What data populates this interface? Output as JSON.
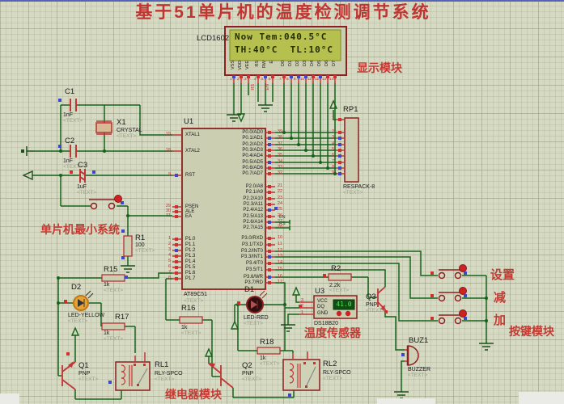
{
  "title": "基于51单片机的温度检测调节系统",
  "modules": {
    "display": "显示模块",
    "mcu_min": "单片机最小系统",
    "relay": "继电器模块",
    "sensor": "温度传感器",
    "keys": "按键模块"
  },
  "keys": {
    "set": "设置",
    "dec": "减",
    "inc": "加"
  },
  "nets": {
    "en": "EN",
    "rs": "RS",
    "lcd_rs": "RS",
    "lcd_en": "EN"
  },
  "lcd": {
    "ref": "LCD1602",
    "line1": "Now Tem:040.5°C",
    "line2": "TH:40°C  TL:10°C",
    "pins": [
      "VSS",
      "VDD",
      "VEE",
      "RS",
      "RW",
      "E",
      "D0",
      "D1",
      "D2",
      "D3",
      "D4",
      "D5",
      "D6",
      "D7"
    ],
    "nums": [
      "1",
      "2",
      "3",
      "4",
      "5",
      "6",
      "7",
      "8",
      "9",
      "10",
      "11",
      "12",
      "13",
      "14"
    ]
  },
  "u1": {
    "ref": "U1",
    "part": "AT89C51",
    "text": "<TEXT>",
    "left": [
      {
        "n": "19",
        "p": "XTAL1"
      },
      {
        "n": "18",
        "p": "XTAL2"
      },
      {
        "n": "9",
        "p": "RST"
      },
      {
        "n": "29",
        "p": "PSEN"
      },
      {
        "n": "30",
        "p": "ALE"
      },
      {
        "n": "31",
        "p": "EA"
      },
      {
        "n": "1",
        "p": "P1.0"
      },
      {
        "n": "2",
        "p": "P1.1"
      },
      {
        "n": "3",
        "p": "P1.2"
      },
      {
        "n": "4",
        "p": "P1.3"
      },
      {
        "n": "5",
        "p": "P1.4"
      },
      {
        "n": "6",
        "p": "P1.5"
      },
      {
        "n": "7",
        "p": "P1.6"
      },
      {
        "n": "8",
        "p": "P1.7"
      }
    ],
    "p0": [
      {
        "n": "39",
        "p": "P0.0/AD0"
      },
      {
        "n": "38",
        "p": "P0.1/AD1"
      },
      {
        "n": "37",
        "p": "P0.2/AD2"
      },
      {
        "n": "36",
        "p": "P0.3/AD3"
      },
      {
        "n": "35",
        "p": "P0.4/AD4"
      },
      {
        "n": "34",
        "p": "P0.5/AD5"
      },
      {
        "n": "33",
        "p": "P0.6/AD6"
      },
      {
        "n": "32",
        "p": "P0.7/AD7"
      }
    ],
    "p2": [
      {
        "n": "21",
        "p": "P2.0/A8"
      },
      {
        "n": "22",
        "p": "P2.1/A9"
      },
      {
        "n": "23",
        "p": "P2.2/A10"
      },
      {
        "n": "24",
        "p": "P2.3/A11"
      },
      {
        "n": "25",
        "p": "P2.4/A12"
      },
      {
        "n": "26",
        "p": "P2.5/A13"
      },
      {
        "n": "27",
        "p": "P2.6/A14"
      },
      {
        "n": "28",
        "p": "P2.7/A15"
      }
    ],
    "p3": [
      {
        "n": "10",
        "p": "P3.0/RXD"
      },
      {
        "n": "11",
        "p": "P3.1/TXD"
      },
      {
        "n": "12",
        "p": "P3.2/INT0"
      },
      {
        "n": "13",
        "p": "P3.3/INT1"
      },
      {
        "n": "14",
        "p": "P3.4/T0"
      },
      {
        "n": "15",
        "p": "P3.5/T1"
      },
      {
        "n": "16",
        "p": "P3.6/WR"
      },
      {
        "n": "17",
        "p": "P3.7/RD"
      }
    ]
  },
  "rp1": {
    "ref": "RP1",
    "part": "RESPACK-8",
    "text": "<TEXT>",
    "pins": [
      "1",
      "2",
      "3",
      "4",
      "5",
      "6",
      "7",
      "8",
      "9"
    ]
  },
  "u3": {
    "ref": "U3",
    "part": "DS18B20",
    "display": "41.0",
    "pins": [
      {
        "n": "3",
        "p": "VCC"
      },
      {
        "n": "2",
        "p": "DQ"
      },
      {
        "n": "1",
        "p": "GND"
      }
    ]
  },
  "parts": {
    "c1": {
      "ref": "C1",
      "val": "1nF",
      "text": "<TEXT>"
    },
    "c2": {
      "ref": "C2",
      "val": "1nF",
      "text": "<TEXT>"
    },
    "c3": {
      "ref": "C3",
      "val": "1uF",
      "text": "<TEXT>"
    },
    "x1": {
      "ref": "X1",
      "val": "CRYSTAL",
      "text": "<TEXT>"
    },
    "r1": {
      "ref": "R1",
      "val": "100",
      "text": "<TEXT>"
    },
    "r2": {
      "ref": "R2",
      "val": "2.2k",
      "text": "<TEXT>"
    },
    "r15": {
      "ref": "R15",
      "val": "1k",
      "text": "<TEXT>"
    },
    "r16": {
      "ref": "R16",
      "val": "1k",
      "text": "<TEXT>"
    },
    "r17": {
      "ref": "R17",
      "val": "1k",
      "text": "<TEXT>"
    },
    "r18": {
      "ref": "R18",
      "val": "1k",
      "text": "<TEXT>"
    },
    "d1": {
      "ref": "D1",
      "val": "LED-RED",
      "text": "<TEXT>"
    },
    "d2": {
      "ref": "D2",
      "val": "LED-YELLOW",
      "text": "<TEXT>"
    },
    "q1": {
      "ref": "Q1",
      "val": "PNP",
      "text": "<TEXT>"
    },
    "q2": {
      "ref": "Q2",
      "val": "PNP",
      "text": "<TEXT>"
    },
    "q3": {
      "ref": "Q3",
      "val": "PNP",
      "text": "<TEXT>"
    },
    "rl1": {
      "ref": "RL1",
      "val": "RLY-SPCO",
      "text": "<TEXT>"
    },
    "rl2": {
      "ref": "RL2",
      "val": "RLY-SPCO",
      "text": "<TEXT>"
    },
    "buz1": {
      "ref": "BUZ1",
      "val": "BUZZER",
      "text": "<TEXT>"
    }
  },
  "colors": {
    "wire": "#15621a",
    "component_outline": "#8c1f1f",
    "pin_stub": "#c03535",
    "label_red": "#c23b33",
    "grid_bg": "#d7dac3",
    "lcd_screen": "#b5c04e",
    "title": "#c03432",
    "marker_blue": "#3c48c9",
    "marker_red": "#cf2f2f"
  }
}
